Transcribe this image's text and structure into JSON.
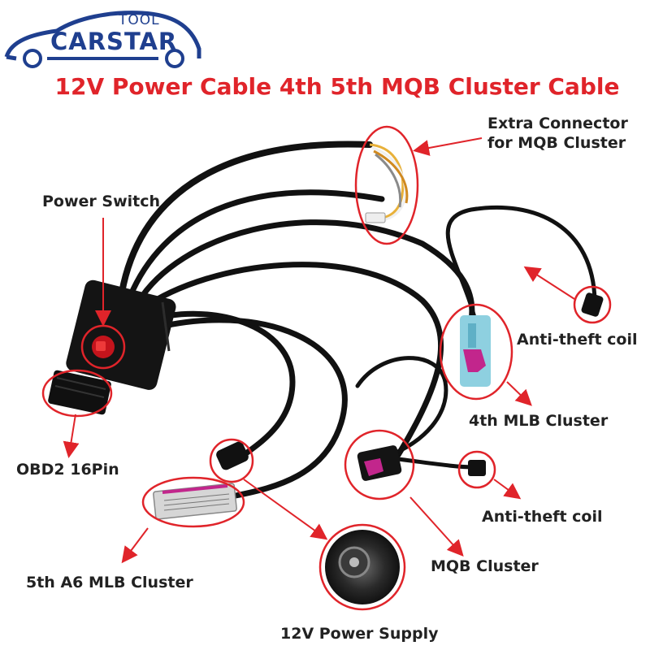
{
  "logo": {
    "tool": "TOOL",
    "brand": "CARSTAR"
  },
  "title": "12V Power Cable 4th 5th MQB Cluster Cable",
  "labels": {
    "extra_connector_line1": "Extra Connector",
    "extra_connector_line2": "for MQB Cluster",
    "power_switch": "Power Switch",
    "anti_theft_coil_top": "Anti-theft coil",
    "mlb_4th": "4th MLB Cluster",
    "obd2": "OBD2 16Pin",
    "anti_theft_coil_bottom": "Anti-theft coil",
    "mlb_5th": "5th A6 MLB Cluster",
    "mqb_cluster": "MQB Cluster",
    "power_supply": "12V Power Supply"
  },
  "colors": {
    "brand_blue": "#1f3f8f",
    "highlight_red": "#e0242a",
    "cable_black": "#111111",
    "connector_blue": "#8ed0e0",
    "connector_magenta": "#c2268c",
    "label_text": "#222222"
  }
}
